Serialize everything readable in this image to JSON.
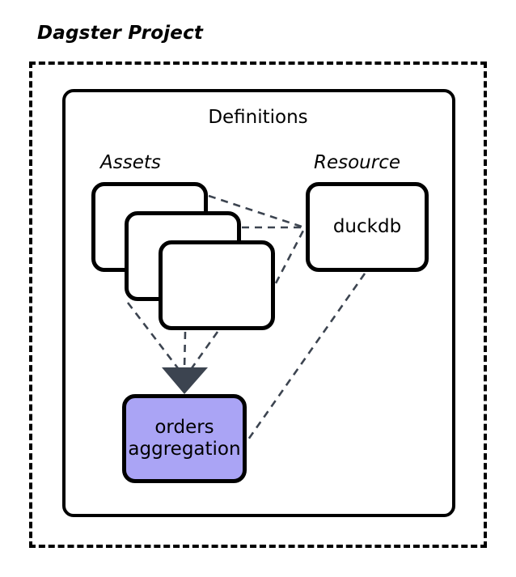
{
  "diagram": {
    "title": "Dagster Project",
    "inner_container_label": "Definitions",
    "groups": {
      "assets_label": "Assets",
      "resource_label": "Resource"
    },
    "nodes": {
      "asset_stack": [
        {
          "label": ""
        },
        {
          "label": ""
        },
        {
          "label": ""
        }
      ],
      "resource": {
        "label": "duckdb"
      },
      "output_asset": {
        "line1": "orders",
        "line2": "aggregation"
      }
    },
    "colors": {
      "output_asset_fill": "#aaa4f5",
      "arrowhead": "#3c4450",
      "stroke": "#000000",
      "connector": "#3c4450",
      "background": "#ffffff"
    },
    "edges": {
      "style": "dashed",
      "asset_to_resource_count": 3,
      "asset_to_output_count": 3,
      "resource_to_output_count": 1
    }
  }
}
